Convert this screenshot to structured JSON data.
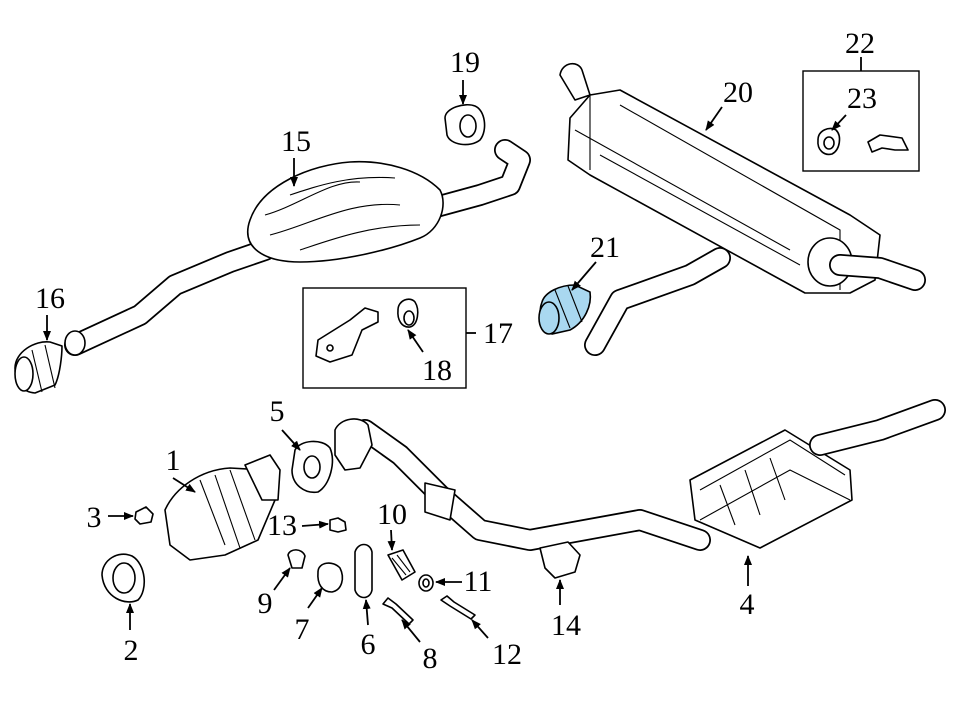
{
  "diagram": {
    "labels": {
      "p1": "1",
      "p2": "2",
      "p3": "3",
      "p4": "4",
      "p5": "5",
      "p6": "6",
      "p7": "7",
      "p8": "8",
      "p9": "9",
      "p10": "10",
      "p11": "11",
      "p12": "12",
      "p13": "13",
      "p14": "14",
      "p15": "15",
      "p16": "16",
      "p17": "17",
      "p18": "18",
      "p19": "19",
      "p20": "20",
      "p21": "21",
      "p22": "22",
      "p23": "23"
    },
    "highlight_color": "#a9d8f0",
    "highlighted_part": "21"
  }
}
